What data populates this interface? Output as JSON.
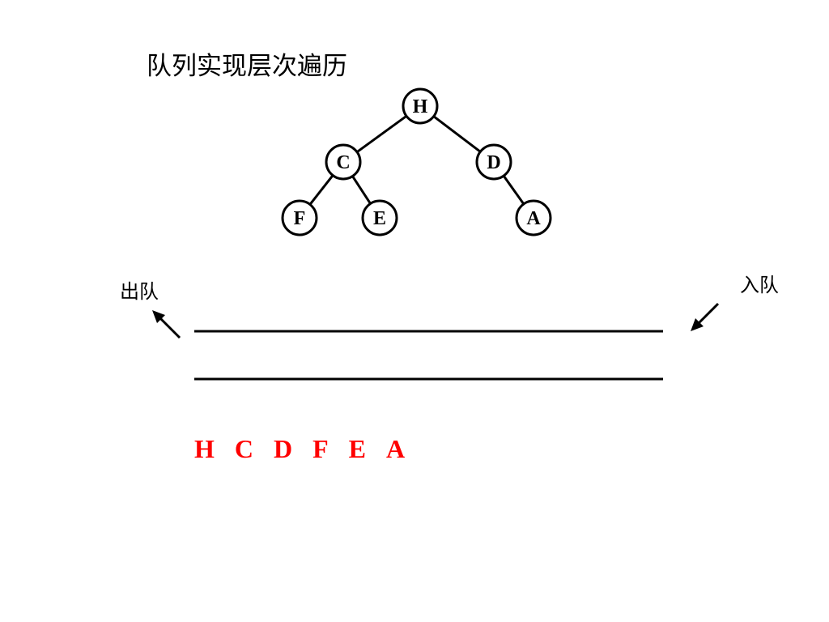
{
  "title": "队列实现层次遍历",
  "tree": {
    "nodes": [
      {
        "id": "H",
        "label": "H"
      },
      {
        "id": "C",
        "label": "C"
      },
      {
        "id": "D",
        "label": "D"
      },
      {
        "id": "F",
        "label": "F"
      },
      {
        "id": "E",
        "label": "E"
      },
      {
        "id": "A",
        "label": "A"
      }
    ],
    "edges": [
      {
        "from": "H",
        "to": "C"
      },
      {
        "from": "H",
        "to": "D"
      },
      {
        "from": "C",
        "to": "F"
      },
      {
        "from": "C",
        "to": "E"
      },
      {
        "from": "D",
        "to": "A"
      }
    ]
  },
  "queue": {
    "dequeue_label": "出队",
    "enqueue_label": "入队"
  },
  "traversal_result": [
    "H",
    "C",
    "D",
    "F",
    "E",
    "A"
  ],
  "colors": {
    "result": "#ff0000",
    "stroke": "#000000"
  }
}
